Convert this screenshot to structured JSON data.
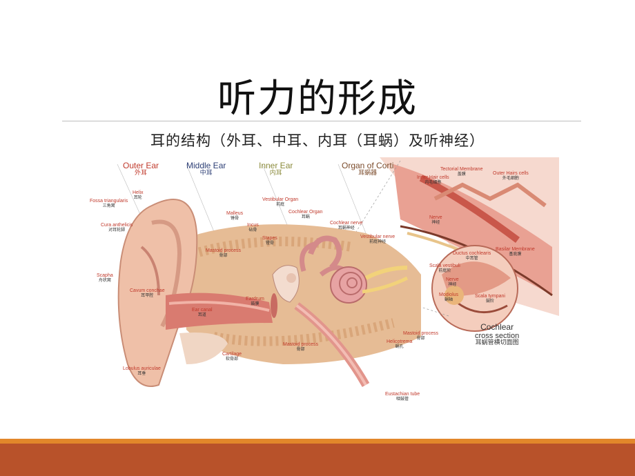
{
  "slide": {
    "title": "听力的形成",
    "subtitle": "耳的结构（外耳、中耳、内耳（耳蜗）及听神经）"
  },
  "diagram": {
    "sections": [
      {
        "en": "Outer Ear",
        "zh": "外耳",
        "color": "#c0392b"
      },
      {
        "en": "Middle Ear",
        "zh": "中耳",
        "color": "#2c3e75"
      },
      {
        "en": "Inner Ear",
        "zh": "内耳",
        "color": "#8a8a3a"
      },
      {
        "en": "Organ of Corti",
        "zh": "耳蜗器",
        "color": "#7a4a2a"
      }
    ],
    "labels": [
      {
        "en": "Helix",
        "zh": "耳轮"
      },
      {
        "en": "Fossa triangularis",
        "zh": "三角窝"
      },
      {
        "en": "Cura anthelicis",
        "zh": "对耳轮脚"
      },
      {
        "en": "Scapha",
        "zh": "舟状窝"
      },
      {
        "en": "Cavum conchae",
        "zh": "耳甲腔"
      },
      {
        "en": "Ear canal",
        "zh": "耳道"
      },
      {
        "en": "Lobulus auriculae",
        "zh": "耳垂"
      },
      {
        "en": "Cartilage",
        "zh": "软骨部"
      },
      {
        "en": "Malleus",
        "zh": "锤骨"
      },
      {
        "en": "Incus",
        "zh": "砧骨"
      },
      {
        "en": "Stapes",
        "zh": "镫骨"
      },
      {
        "en": "Mastoid process",
        "zh": "骨部"
      },
      {
        "en": "Eardrum",
        "zh": "鼓膜"
      },
      {
        "en": "Vestibular Organ",
        "zh": "前庭"
      },
      {
        "en": "Cochlear Organ",
        "zh": "耳蜗"
      },
      {
        "en": "Cochlear nerve",
        "zh": "耳蜗神经"
      },
      {
        "en": "Vestibular nerve",
        "zh": "前庭神经"
      },
      {
        "en": "Mastoid process",
        "zh": "骨部"
      },
      {
        "en": "Helicotrema",
        "zh": "蜗孔"
      },
      {
        "en": "Mastoid process",
        "zh": "骨部"
      },
      {
        "en": "Eustachian tube",
        "zh": "咽鼓管"
      }
    ],
    "corti_labels": [
      {
        "en": "Tectorial Membrane",
        "zh": "盖膜"
      },
      {
        "en": "Inner Hair cells",
        "zh": "内毛细胞"
      },
      {
        "en": "Outer Hairs cells",
        "zh": "外毛细胞"
      },
      {
        "en": "Nerve",
        "zh": "神经"
      },
      {
        "en": "Basilar Membrane",
        "zh": "基底膜"
      },
      {
        "en": "Ductus cochlearis",
        "zh": "中耳管"
      },
      {
        "en": "Scala vestibuli",
        "zh": "前庭阶"
      },
      {
        "en": "Nerve",
        "zh": "神经"
      },
      {
        "en": "Modiolus",
        "zh": "蜗轴"
      },
      {
        "en": "Scala tympani",
        "zh": "鼓阶"
      }
    ],
    "cross_section": {
      "line1": "Cochlear",
      "line2": "cross section",
      "zh": "耳蜗管横切面图"
    }
  }
}
